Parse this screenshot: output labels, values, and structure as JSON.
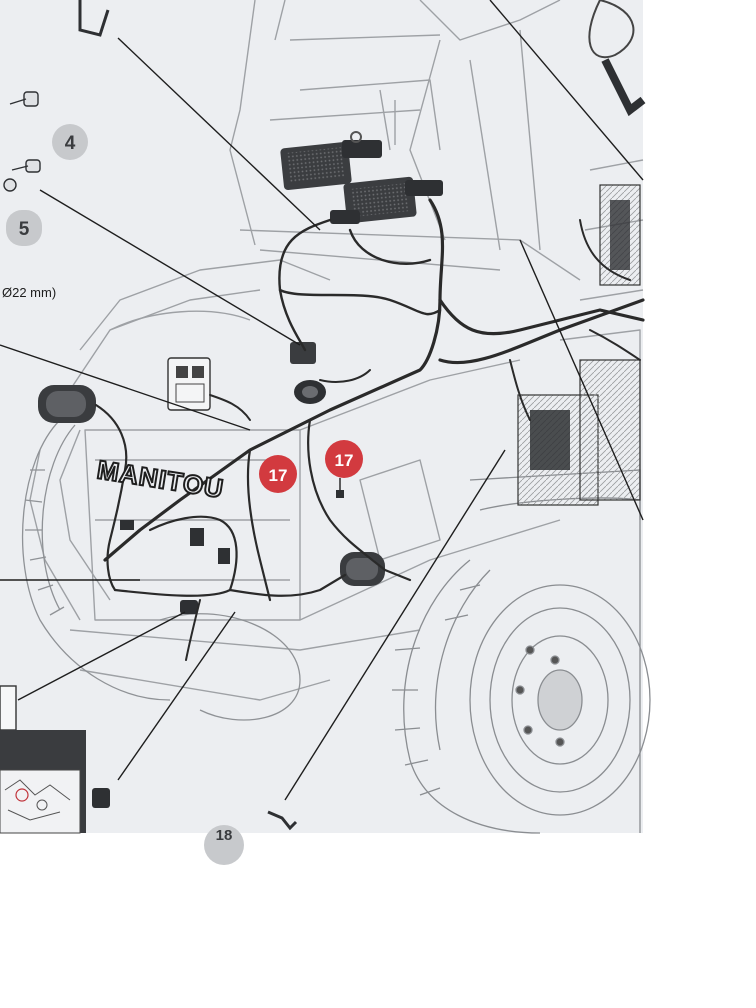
{
  "diagram": {
    "callouts": [
      {
        "id": "c4",
        "label": "4",
        "style": "gray"
      },
      {
        "id": "c5",
        "label": "5",
        "style": "gray"
      },
      {
        "id": "c17a",
        "label": "17",
        "style": "red"
      },
      {
        "id": "c17b",
        "label": "17",
        "style": "red"
      },
      {
        "id": "c18",
        "label": "18",
        "style": "gray"
      }
    ],
    "dimension_note": "Ø22 mm)",
    "brand_lettering": "MANITOU",
    "colors": {
      "callout_red": "#d23a3f",
      "callout_gray": "#c7c9cc",
      "line": "#2a2a2a",
      "paper": "#eceef1"
    }
  }
}
